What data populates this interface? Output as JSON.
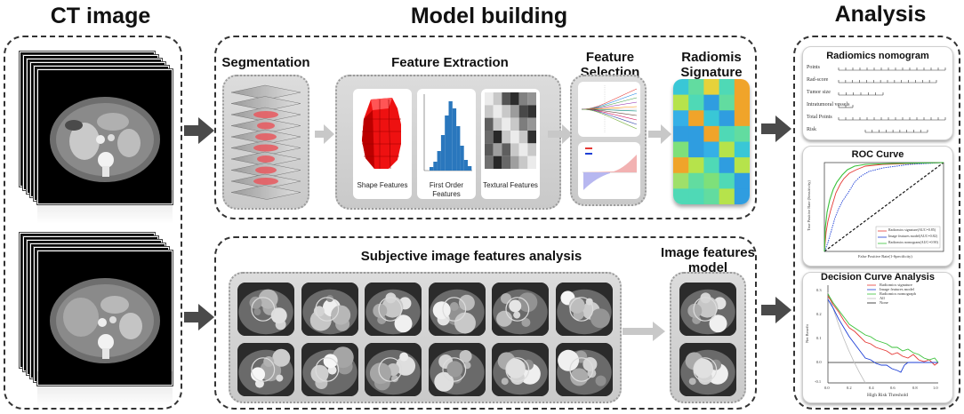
{
  "headings": {
    "ct_image": "CT image",
    "model_building": "Model building",
    "analysis": "Analysis"
  },
  "model_building": {
    "segmentation": "Segmentation",
    "feature_extraction": "Feature Extraction",
    "feature_selection": "Feature Selection",
    "radiomics_signature": "Radiomis Signature",
    "captions": {
      "shape": "Shape Features",
      "first_order": "First Order Features",
      "textural": "Textural Features"
    },
    "subjective_analysis": "Subjective image features analysis",
    "image_features_model": "Image features model"
  },
  "analysis": {
    "nomogram": {
      "title": "Radiomics nomogram",
      "rows": [
        "Points",
        "Rad-score",
        "Tumor size",
        "Intratumoral vessels",
        "Total Points",
        "Risk"
      ]
    },
    "roc": {
      "title": "ROC Curve",
      "xlabel": "False Positive Rate(1-Specificity)",
      "ylabel": "True Positive Rate (Sensitivity)",
      "legend": [
        "Radiomics signature(AUC=0.85)",
        "Image features model(AUC=0.82)",
        "Radiomics nomogram(AUC=0.90)"
      ]
    },
    "dca": {
      "title": "Decision Curve Analysis",
      "xlabel": "High Risk Threshold",
      "ylabel": "Net Benefit",
      "legend": [
        "Radiomics signature",
        "Image features model",
        "Radiomics nomograph",
        "All",
        "None"
      ],
      "yticks": [
        "0.3",
        "0.2",
        "0.1",
        "0.0",
        "-0.1"
      ],
      "xticks": [
        "0.0",
        "0.2",
        "0.4",
        "0.6",
        "0.8",
        "1.0"
      ]
    }
  },
  "colors": {
    "red": "#e53935",
    "blue": "#1e3fd6",
    "green": "#3ac23a",
    "arrow_dark": "#4a4a4a",
    "arrow_light": "#c8c8c8"
  }
}
